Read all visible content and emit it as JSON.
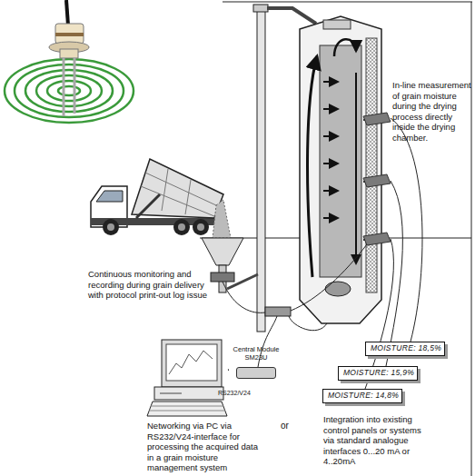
{
  "diagram": {
    "nodes": [
      {
        "text": [
          "Central Module SM23U"
        ]
      },
      {
        "text": [
          "RS232/V24"
        ]
      },
      {
        "text": [
          "MOISTURE: 18,5%"
        ]
      },
      {
        "text": [
          "MOISTURE: 15,9%"
        ]
      },
      {
        "text": [
          "MOISTURE: 14,8%"
        ]
      }
    ],
    "edges": [
      {
        "from": 0,
        "to": 1,
        "arrow": "none"
      }
    ],
    "labels": [
      "In-line measurement of grain moisture during the drying process directly inside the drying chamber.",
      "Continuous monitoring and recording during grain delivery with protocol print-out log issue",
      "Networking via PC via RS232/V24-interface for processing the acquired data in a grain moisture management system",
      "or",
      "Integration into existing control panels or systems via standard analogue interfaces 0...20 mA or 4..20mA"
    ]
  }
}
